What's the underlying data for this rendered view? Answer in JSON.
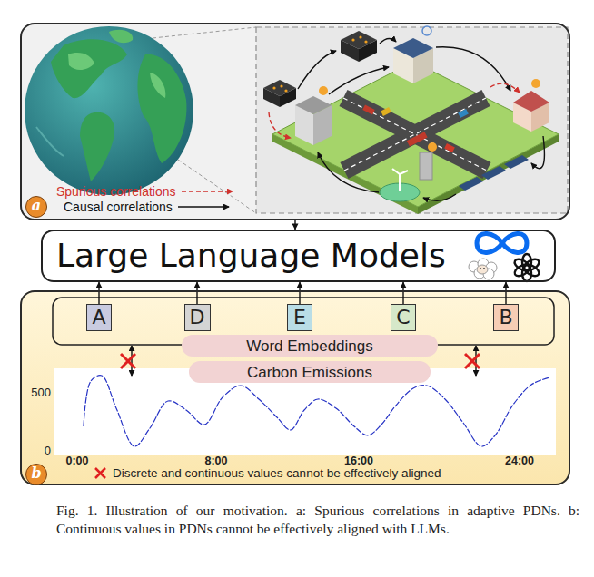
{
  "diagram": {
    "caption": "Fig. 1. Illustration of our motivation. a: Spurious correlations in adaptive PDNs. b: Continuous values in PDNs cannot be effectively aligned with LLMs.",
    "nodes": [
      {
        "text": [
          "a"
        ]
      },
      {
        "text": [
          "Large Language Models"
        ]
      },
      {
        "text": [
          "b"
        ]
      },
      {
        "text": [
          "A"
        ],
        "in": 2
      },
      {
        "text": [
          "D"
        ],
        "in": 2
      },
      {
        "text": [
          "E"
        ],
        "in": 2
      },
      {
        "text": [
          "C"
        ],
        "in": 2
      },
      {
        "text": [
          "B"
        ],
        "in": 2
      },
      {
        "text": [
          "Word Embeddings"
        ],
        "in": 2
      },
      {
        "text": [
          "Carbon Emissions"
        ],
        "in": 2
      }
    ],
    "edges": [
      {
        "from": 0,
        "to": 1,
        "arrow": "to"
      },
      {
        "from": 3,
        "to": 1,
        "arrow": "to"
      },
      {
        "from": 4,
        "to": 1,
        "arrow": "to"
      },
      {
        "from": 5,
        "to": 1,
        "arrow": "to"
      },
      {
        "from": 6,
        "to": 1,
        "arrow": "to"
      },
      {
        "from": 7,
        "to": 1,
        "arrow": "to"
      }
    ],
    "labels": [
      "500",
      "0",
      "0:00",
      "8:00",
      "16:00",
      "24:00",
      "Discrete and continuous values cannot be effectively aligned"
    ],
    "legend": [
      {
        "text": "Spurious correlations"
      },
      {
        "text": "Causal correlations"
      }
    ]
  }
}
